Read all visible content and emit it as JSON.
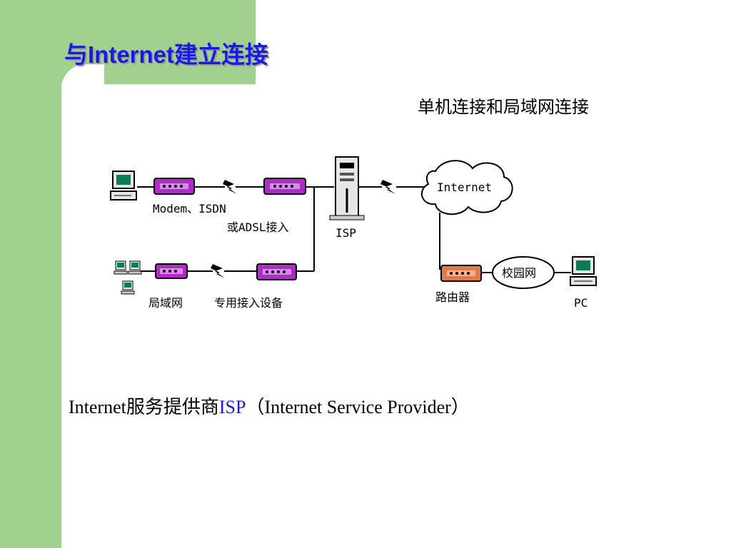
{
  "slide": {
    "title": "与Internet建立连接",
    "subtitle": "单机连接和局域网连接",
    "footer": {
      "prefix": "Internet服务提供商",
      "highlight": "ISP",
      "suffix": "（Internet Service Provider）"
    }
  },
  "diagram": {
    "labels": {
      "modem": "Modem、ISDN",
      "adsl": "或ADSL接入",
      "isp": "ISP",
      "internet": "Internet",
      "lan": "局域网",
      "dedicated": "专用接入设备",
      "router": "路由器",
      "campus": "校园网",
      "pc": "PC"
    }
  },
  "colors": {
    "title": "#1a1ae6",
    "sidebar_green": "#a2d18f",
    "modem_purple": "#b02ac8",
    "router_orange": "#e07a4a"
  }
}
